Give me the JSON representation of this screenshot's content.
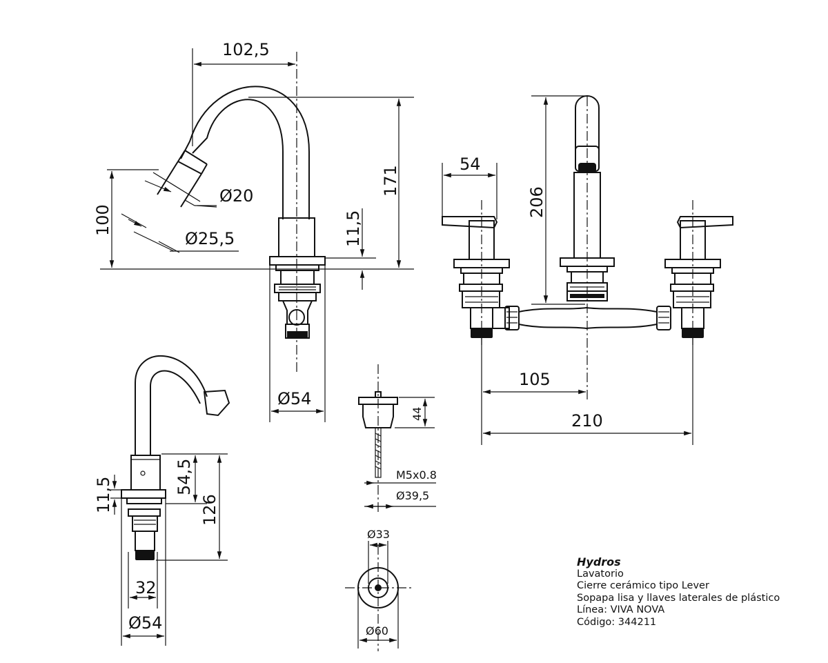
{
  "dimensions": {
    "reach": "102,5",
    "outlet_diameter": "Ø20",
    "aerator_diameter": "Ø25,5",
    "outlet_height": "100",
    "base_thickness_top": "11,5",
    "spout_height": "171",
    "base_diameter_top": "Ø54",
    "handle_width": "54",
    "front_height": "206",
    "half_spacing": "105",
    "spacing": "210",
    "side_base_thickness": "11,5",
    "side_body_height": "54,5",
    "side_total_height": "126",
    "side_shank": "32",
    "side_base_diameter": "Ø54",
    "waste_height": "44",
    "waste_thread": "M5x0.8",
    "waste_shank_diameter": "Ø39,5",
    "waste_top_diameter": "Ø33",
    "waste_outer_diameter": "Ø60"
  },
  "info": {
    "brand": "Hydros",
    "line1": "Lavatorio",
    "line2": "Cierre cerámico tipo Lever",
    "line3": "Sopapa lisa y llaves laterales de plástico",
    "line4": "Línea: VIVA NOVA",
    "line5": "Código: 344211"
  }
}
